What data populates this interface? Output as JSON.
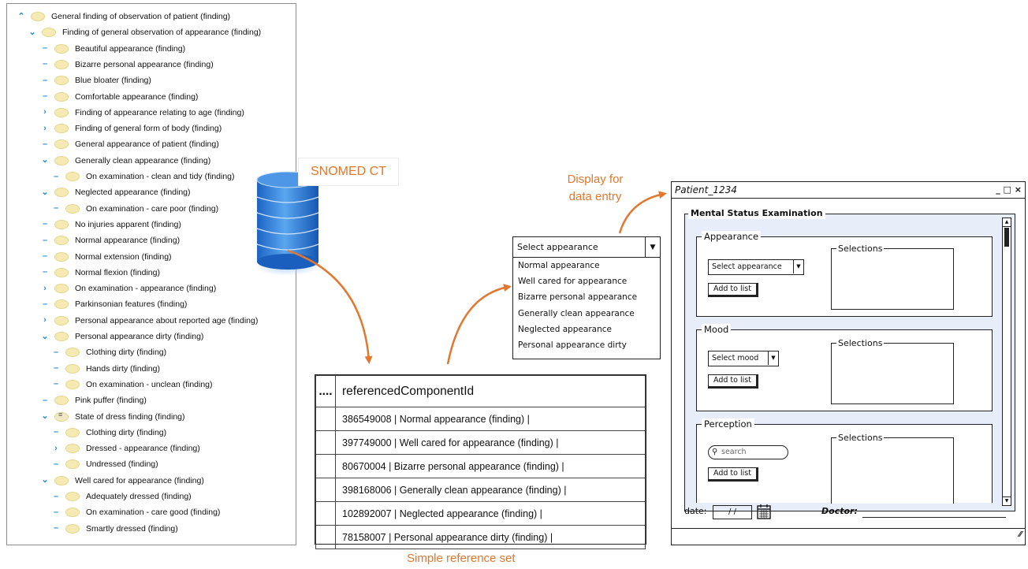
{
  "tree": {
    "items": [
      {
        "toggle": "^",
        "level": 0,
        "label": "General finding of observation of patient (finding)",
        "bubble": "plain"
      },
      {
        "toggle": "v",
        "level": 1,
        "label": "Finding of general observation of appearance (finding)",
        "bubble": "plain"
      },
      {
        "toggle": "-",
        "level": 2,
        "label": "Beautiful appearance (finding)",
        "bubble": "plain"
      },
      {
        "toggle": "-",
        "level": 2,
        "label": "Bizarre personal appearance (finding)",
        "bubble": "plain"
      },
      {
        "toggle": "-",
        "level": 2,
        "label": "Blue bloater (finding)",
        "bubble": "plain"
      },
      {
        "toggle": "-",
        "level": 2,
        "label": "Comfortable appearance (finding)",
        "bubble": "plain"
      },
      {
        "toggle": ">",
        "level": 2,
        "label": "Finding of appearance relating to age (finding)",
        "bubble": "plain"
      },
      {
        "toggle": ">",
        "level": 2,
        "label": "Finding of general form of body (finding)",
        "bubble": "plain"
      },
      {
        "toggle": "-",
        "level": 2,
        "label": "General appearance of patient (finding)",
        "bubble": "plain"
      },
      {
        "toggle": "v",
        "level": 2,
        "label": "Generally clean appearance (finding)",
        "bubble": "plain"
      },
      {
        "toggle": "-",
        "level": 3,
        "label": "On examination - clean and tidy (finding)",
        "bubble": "plain"
      },
      {
        "toggle": "v",
        "level": 2,
        "label": "Neglected appearance (finding)",
        "bubble": "plain"
      },
      {
        "toggle": "-",
        "level": 3,
        "label": "On examination - care poor (finding)",
        "bubble": "plain"
      },
      {
        "toggle": "-",
        "level": 2,
        "label": "No injuries apparent (finding)",
        "bubble": "plain"
      },
      {
        "toggle": "-",
        "level": 2,
        "label": "Normal appearance (finding)",
        "bubble": "plain"
      },
      {
        "toggle": "-",
        "level": 2,
        "label": "Normal extension (finding)",
        "bubble": "plain"
      },
      {
        "toggle": "-",
        "level": 2,
        "label": "Normal flexion (finding)",
        "bubble": "plain"
      },
      {
        "toggle": ">",
        "level": 2,
        "label": "On examination - appearance (finding)",
        "bubble": "plain"
      },
      {
        "toggle": "-",
        "level": 2,
        "label": "Parkinsonian features (finding)",
        "bubble": "plain"
      },
      {
        "toggle": ">",
        "level": 2,
        "label": "Personal appearance about reported age (finding)",
        "bubble": "plain"
      },
      {
        "toggle": "v",
        "level": 2,
        "label": "Personal appearance dirty (finding)",
        "bubble": "plain"
      },
      {
        "toggle": "-",
        "level": 3,
        "label": "Clothing dirty (finding)",
        "bubble": "plain"
      },
      {
        "toggle": "-",
        "level": 3,
        "label": "Hands dirty (finding)",
        "bubble": "plain"
      },
      {
        "toggle": "-",
        "level": 3,
        "label": "On examination - unclean (finding)",
        "bubble": "plain"
      },
      {
        "toggle": "-",
        "level": 2,
        "label": "Pink puffer (finding)",
        "bubble": "plain"
      },
      {
        "toggle": "v",
        "level": 2,
        "label": "State of dress finding (finding)",
        "bubble": "list"
      },
      {
        "toggle": "-",
        "level": 3,
        "label": "Clothing dirty (finding)",
        "bubble": "plain"
      },
      {
        "toggle": ">",
        "level": 3,
        "label": "Dressed - appearance (finding)",
        "bubble": "plain"
      },
      {
        "toggle": "-",
        "level": 3,
        "label": "Undressed (finding)",
        "bubble": "plain"
      },
      {
        "toggle": "v",
        "level": 2,
        "label": "Well cared for appearance (finding)",
        "bubble": "plain"
      },
      {
        "toggle": "-",
        "level": 3,
        "label": "Adequately dressed (finding)",
        "bubble": "plain"
      },
      {
        "toggle": "-",
        "level": 3,
        "label": "On examination - care good (finding)",
        "bubble": "plain"
      },
      {
        "toggle": "-",
        "level": 3,
        "label": "Smartly dressed (finding)",
        "bubble": "plain"
      }
    ]
  },
  "snomed_label": "SNOMED CT",
  "refset": {
    "col1_header": "....",
    "col2_header": "referencedComponentId",
    "rows": [
      "386549008  | Normal appearance (finding) |",
      "397749000  | Well cared for appearance (finding) |",
      "80670004  | Bizarre personal appearance (finding) |",
      "398168006  | Generally clean appearance (finding) |",
      "102892007  | Neglected appearance (finding) |",
      "78158007  | Personal appearance dirty (finding) |"
    ],
    "caption": "Simple reference set"
  },
  "display_label": {
    "line1": "Display  for",
    "line2": "data entry"
  },
  "dropdown": {
    "selected": "Select appearance",
    "options": [
      "Normal appearance",
      "Well cared for appearance",
      "Bizarre personal appearance",
      "Generally clean appearance",
      "Neglected appearance",
      "Personal appearance dirty"
    ]
  },
  "window": {
    "title": "Patient_1234",
    "controls": "_ □ ×",
    "group_title": "Mental Status Examination",
    "sections": [
      {
        "title": "Appearance",
        "control": "select",
        "control_label": "Select appearance",
        "button": "Add to list",
        "selections": "Selections"
      },
      {
        "title": "Mood",
        "control": "select",
        "control_label": "Select mood",
        "button": "Add to list",
        "selections": "Selections"
      },
      {
        "title": "Perception",
        "control": "search",
        "control_label": "search",
        "button": "Add to list",
        "selections": "Selections"
      }
    ],
    "date_label": "date:",
    "date_value": "/ /",
    "doctor_label": "Doctor:"
  },
  "colors": {
    "accent_orange": "#e2772f",
    "tree_toggle_blue": "#2a8bd6",
    "db_blue": "#2f7fd8",
    "panel_blue": "#e7eef9"
  }
}
